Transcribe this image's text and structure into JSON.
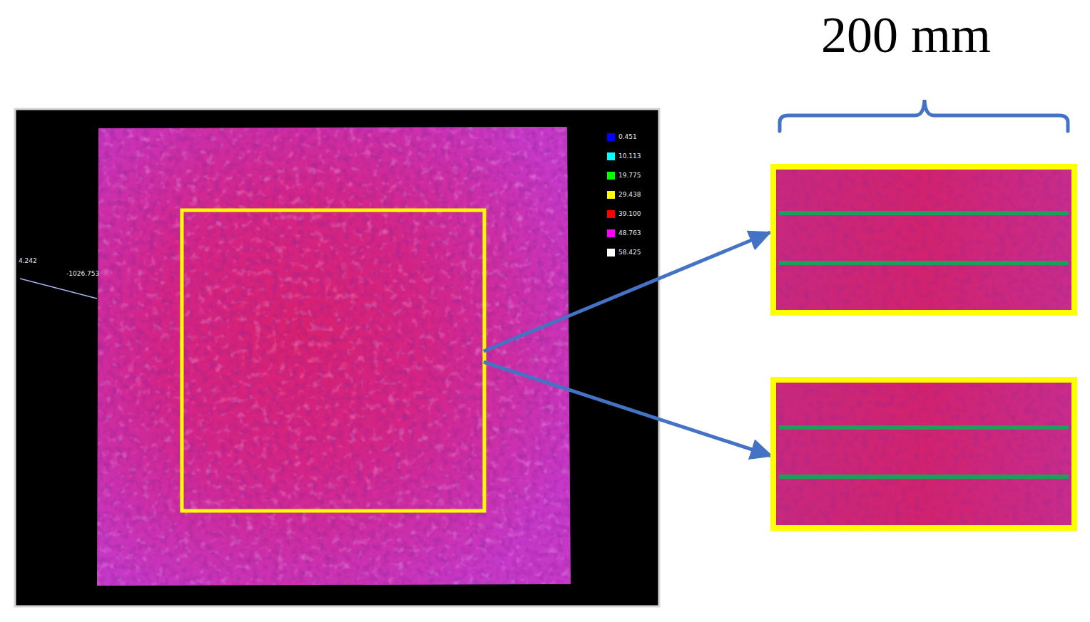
{
  "diagram": {
    "labels": [
      "200 mm",
      "4.242",
      "-1026.753"
    ],
    "legend": [
      {
        "text": "0.451",
        "color": "#0000ff"
      },
      {
        "text": "10.113",
        "color": "#00ffff"
      },
      {
        "text": "19.775",
        "color": "#00ff00"
      },
      {
        "text": "29.438",
        "color": "#ffff00"
      },
      {
        "text": "39.100",
        "color": "#ff0000"
      },
      {
        "text": "48.763",
        "color": "#ff00ff"
      },
      {
        "text": "58.425",
        "color": "#ffffff"
      }
    ]
  }
}
